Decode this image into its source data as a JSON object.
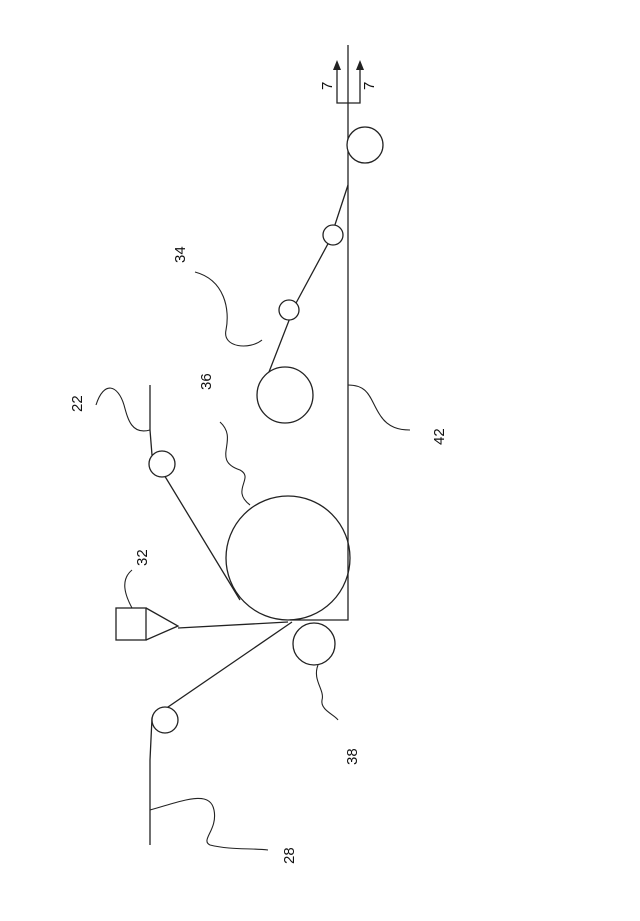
{
  "labels": {
    "ref_22": "22",
    "ref_32": "32",
    "ref_36": "36",
    "ref_34": "34",
    "ref_42": "42",
    "ref_38": "38",
    "ref_28": "28",
    "section_left": "7",
    "section_right": "7"
  }
}
